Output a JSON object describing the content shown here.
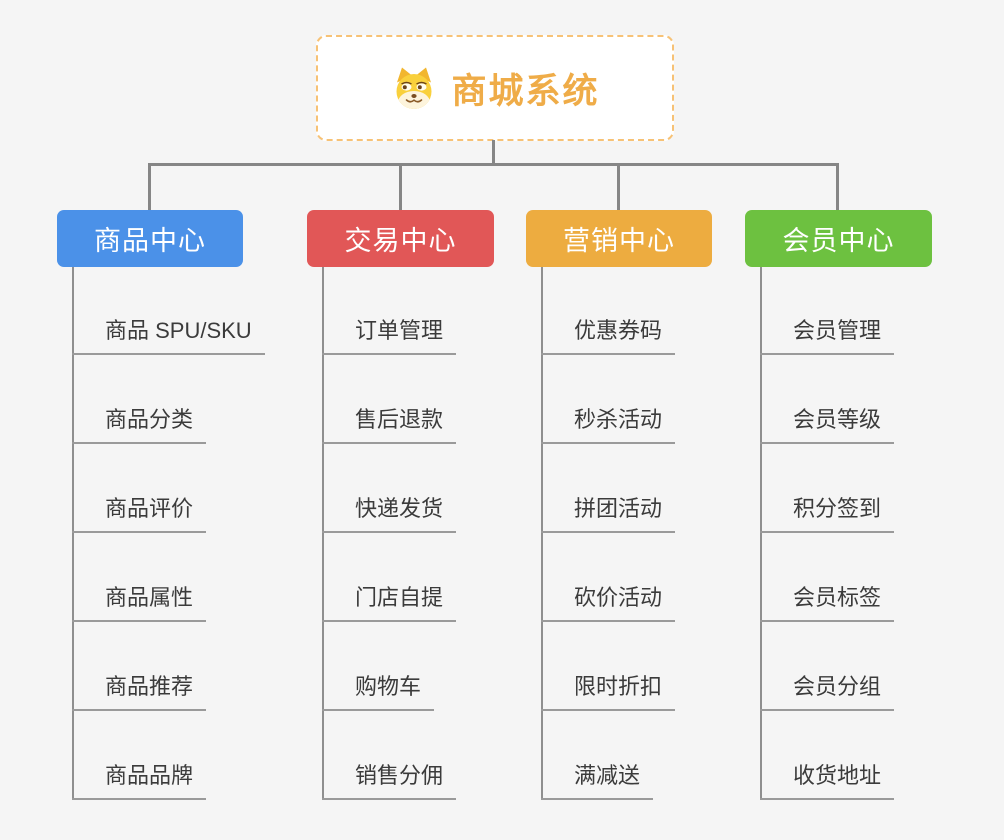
{
  "theme": {
    "bg": "#f5f5f5",
    "line": "#868686",
    "branch_line": "#8f8f8f",
    "underline": "#9a9a9a",
    "item_text": "#3b3b3b",
    "root_bg": "#ffffff",
    "root_text": "#efac48",
    "root_border": "#f7c276",
    "node_text": "#ffffff"
  },
  "root": {
    "title": "商城系统",
    "icon": "dog-face-icon"
  },
  "branches": [
    {
      "label": "商品中心",
      "color": "#4b91e8",
      "items": [
        "商品 SPU/SKU",
        "商品分类",
        "商品评价",
        "商品属性",
        "商品推荐",
        "商品品牌"
      ]
    },
    {
      "label": "交易中心",
      "color": "#e15757",
      "items": [
        "订单管理",
        "售后退款",
        "快递发货",
        "门店自提",
        "购物车",
        "销售分佣"
      ]
    },
    {
      "label": "营销中心",
      "color": "#edac40",
      "items": [
        "优惠券码",
        "秒杀活动",
        "拼团活动",
        "砍价活动",
        "限时折扣",
        "满减送"
      ]
    },
    {
      "label": "会员中心",
      "color": "#6dc140",
      "items": [
        "会员管理",
        "会员等级",
        "积分签到",
        "会员标签",
        "会员分组",
        "收货地址"
      ]
    }
  ]
}
